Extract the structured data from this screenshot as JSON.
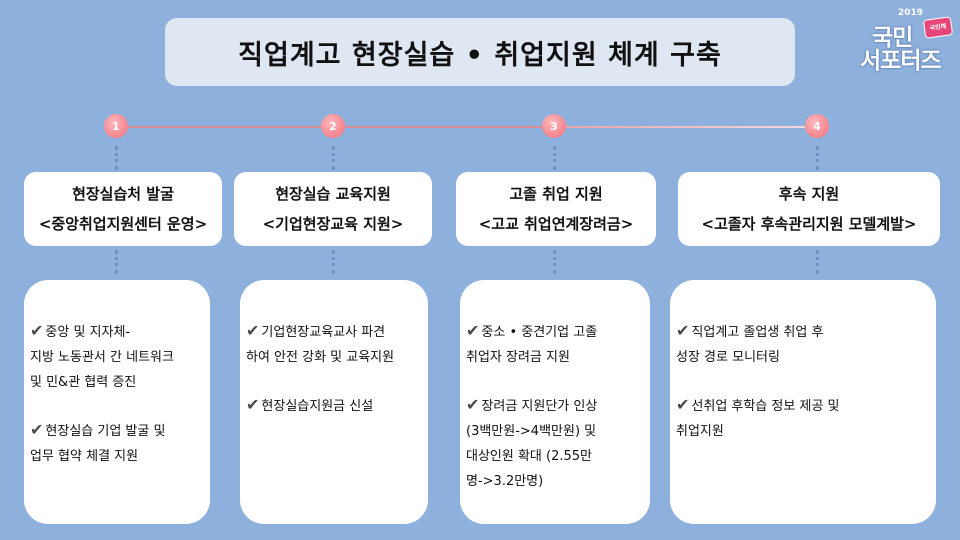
{
  "title": "직업계고 현장실습 • 취업지원 체계 구축",
  "logo": {
    "year": "2019",
    "badge": "국민해",
    "line1": "국민",
    "line2": "서포터즈"
  },
  "check_icon": "✔",
  "steps": [
    {
      "num": "1",
      "title": "현장실습처 발굴",
      "subtitle": "<중앙취업지원센터 운영>",
      "items": [
        [
          "중앙 및 지자체-",
          "지방 노동관서 간 네트워크",
          "및 민&관 협력 증진"
        ],
        [
          "현장실습 기업 발굴 및",
          "업무 협약 체결 지원"
        ]
      ]
    },
    {
      "num": "2",
      "title": "현장실습 교육지원",
      "subtitle": "<기업현장교육 지원>",
      "items": [
        [
          "기업현장교육교사 파견",
          "하여 안전 강화 및 교육지원"
        ],
        [
          "현장실습지원금 신설"
        ]
      ]
    },
    {
      "num": "3",
      "title": "고졸 취업 지원",
      "subtitle": "<고교 취업연계장려금>",
      "items": [
        [
          "중소 • 중견기업 고졸",
          "취업자 장려금 지원"
        ],
        [
          "장려금 지원단가 인상",
          "(3백만원->4백만원) 및",
          "대상인원 확대 (2.55만",
          "명->3.2만명)"
        ]
      ]
    },
    {
      "num": "4",
      "title": "후속 지원",
      "subtitle": "<고졸자 후속관리지원 모델계발>",
      "items": [
        [
          "직업계고 졸업생 취업 후",
          "성장 경로 모니터링"
        ],
        [
          "선취업 후학습 정보 제공 및",
          "취업지원"
        ]
      ]
    }
  ]
}
